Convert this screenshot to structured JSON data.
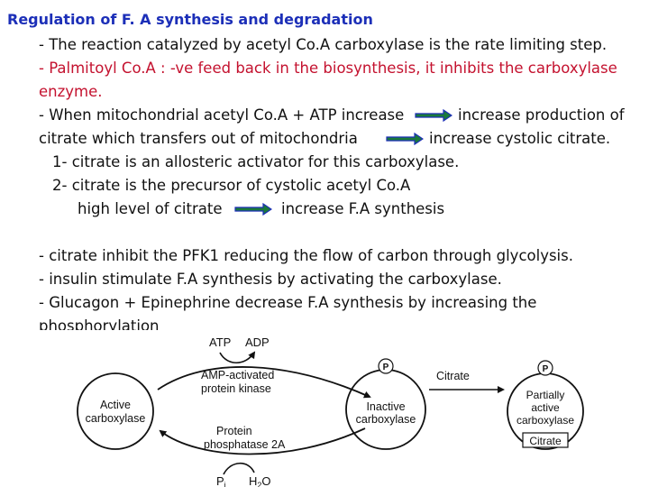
{
  "slide": {
    "title": "Regulation of F. A synthesis and degradation",
    "line1": "- The reaction catalyzed by acetyl Co.A carboxylase is the rate limiting step.",
    "line2_a": "- Palmitoyl Co.A : -ve feed back in the biosynthesis, ",
    "line2_b": "it inhibits the carboxylase",
    "line3": "enzyme.",
    "line4_a": "- When mitochondrial acetyl Co.A + ATP increase",
    "line4_b": "increase production of",
    "line5_a": "citrate which transfers out of mitochondria",
    "line5_b": "increase cystolic citrate.",
    "line6": "1- citrate is an allosteric activator for this carboxylase.",
    "line7": "2- citrate is the precursor of cystolic acetyl Co.A",
    "line8_a": "high level of citrate",
    "line8_b": "increase F.A synthesis",
    "line9": "- citrate inhibit the PFK1 reducing the flow of carbon through glycolysis.",
    "line10": "- insulin stimulate F.A synthesis by activating the carboxylase.",
    "line11": "- Glucagon + Epinephrine  decrease F.A synthesis by increasing the",
    "line12": "phosphorylation"
  },
  "diagram": {
    "atp": "ATP",
    "adp": "ADP",
    "ampk_1": "AMP-activated",
    "ampk_2": "protein kinase",
    "active_1": "Active",
    "active_2": "carboxylase",
    "pp2a_1": "Protein",
    "pp2a_2": "phosphatase 2A",
    "inactive_1": "Inactive",
    "inactive_2": "carboxylase",
    "citrate_label": "Citrate",
    "partial_1": "Partially",
    "partial_2": "active",
    "partial_3": "carboxylase",
    "citrate_box": "Citrate",
    "phospho_1": "P",
    "phospho_2": "P",
    "pi": "P",
    "pi_sub": "i",
    "h2o": "H",
    "h2o_sub": "2",
    "h2o_end": "O"
  },
  "colors": {
    "title": "#1c2fb8",
    "highlight": "#c4122f",
    "arrow_fill": "#1a7a3a",
    "arrow_edge": "#1c2fb8"
  }
}
